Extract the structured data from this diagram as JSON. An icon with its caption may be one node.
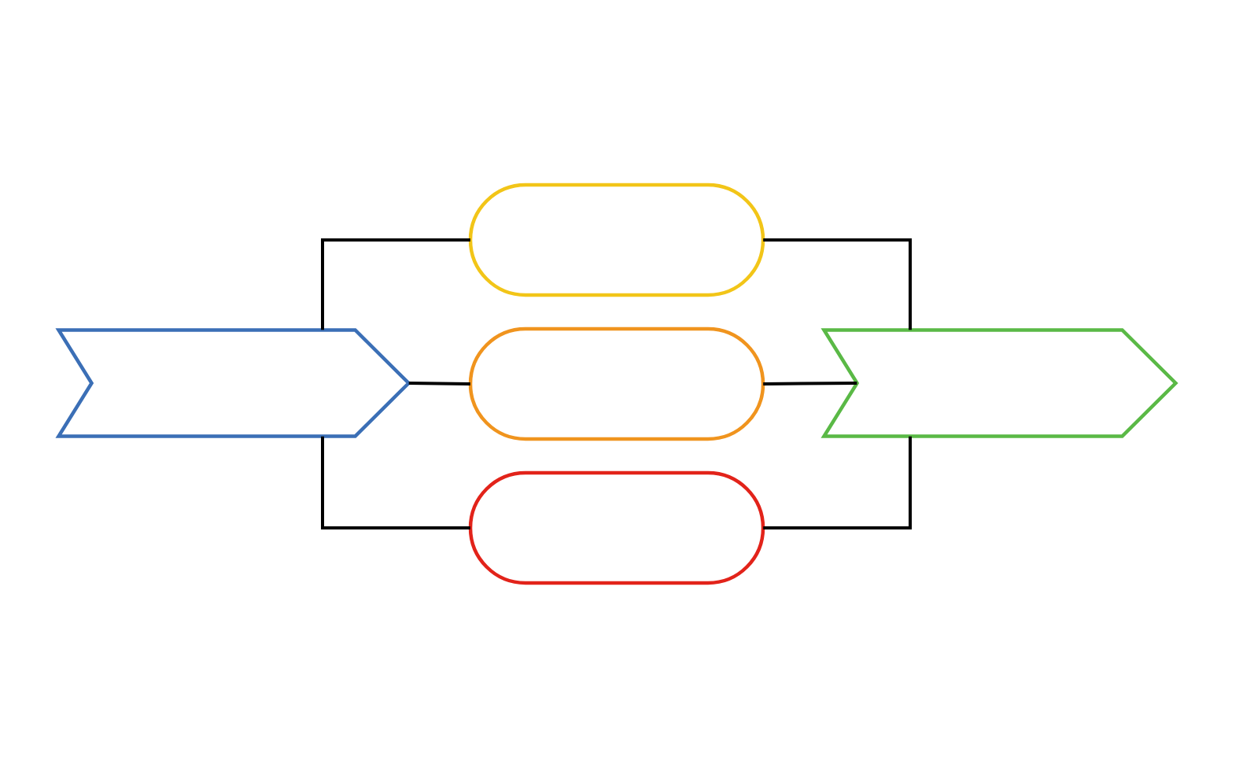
{
  "diagram": {
    "nodes": [
      {
        "text": [],
        "shape": "chevron"
      },
      {
        "text": [],
        "shape": "pill"
      },
      {
        "text": [],
        "shape": "pill"
      },
      {
        "text": [],
        "shape": "pill"
      },
      {
        "text": [],
        "shape": "chevron"
      }
    ],
    "edges": [
      {
        "from": 0,
        "to": 1,
        "arrow": "none"
      },
      {
        "from": 0,
        "to": 2,
        "arrow": "none"
      },
      {
        "from": 0,
        "to": 3,
        "arrow": "none"
      },
      {
        "from": 1,
        "to": 4,
        "arrow": "none"
      },
      {
        "from": 2,
        "to": 4,
        "arrow": "none"
      },
      {
        "from": 3,
        "to": 4,
        "arrow": "none"
      }
    ]
  }
}
